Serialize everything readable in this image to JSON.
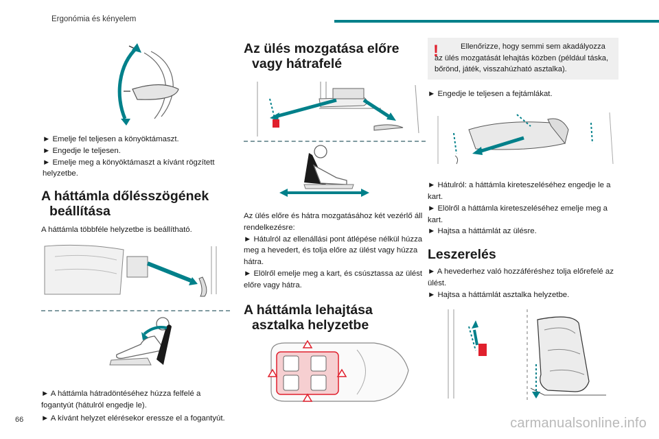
{
  "header": {
    "section_title": "Ergonómia és kényelem"
  },
  "page_number": "66",
  "watermark": "carmanualsonline.info",
  "col1": {
    "armrest_steps": [
      "► Emelje fel teljesen a könyöktámaszt.",
      "► Engedje le teljesen.",
      "► Emelje meg a könyöktámaszt a kívánt rögzített helyzetbe."
    ],
    "backrest_heading_l1": "A háttámla dőlésszögének",
    "backrest_heading_l2": "beállítása",
    "backrest_intro": "A háttámla többféle helyzetbe is beállítható.",
    "backrest_steps": [
      "► A háttámla hátradöntéséhez húzza felfelé a fogantyút (hátulról engedje le).",
      "► A kívánt helyzet elérésekor eressze el a fogantyút."
    ]
  },
  "col2": {
    "move_heading_l1": "Az ülés mozgatása előre",
    "move_heading_l2": "vagy hátrafelé",
    "move_text": [
      "Az ülés előre és hátra mozgatásához két vezérlő áll rendelkezésre:",
      "► Hátulról az ellenállási pont átlépése nélkül húzza meg a hevedert, és tolja előre az ülést vagy húzza hátra.",
      "► Elölről emelje meg a kart, és csúsztassa az ülést előre vagy hátra."
    ],
    "table_heading_l1": "A háttámla lehajtása",
    "table_heading_l2": "asztalka helyzetbe"
  },
  "col3": {
    "warning_mark": "!",
    "warning_text": "Ellenőrizze, hogy semmi sem akadályozza az ülés mozgatását lehajtás közben (például táska, bőrönd, játék, visszahúzható asztalka).",
    "headrest_step": "► Engedje le teljesen a fejtámlákat.",
    "fold_steps": [
      "► Hátulról: a háttámla kireteszeléséhez engedje le a kart.",
      "► Elölről a háttámla kireteszeléséhez emelje meg a kart.",
      "► Hajtsa a háttámlát az ülésre."
    ],
    "removal_heading": "Leszerelés",
    "removal_steps": [
      "► A hevederhez való hozzáféréshez tolja előrefelé az ülést.",
      "► Hajtsa a háttámlát asztalka helyzetbe."
    ]
  },
  "colors": {
    "teal": "#00808a",
    "red": "#e0202d",
    "line": "#555555"
  }
}
